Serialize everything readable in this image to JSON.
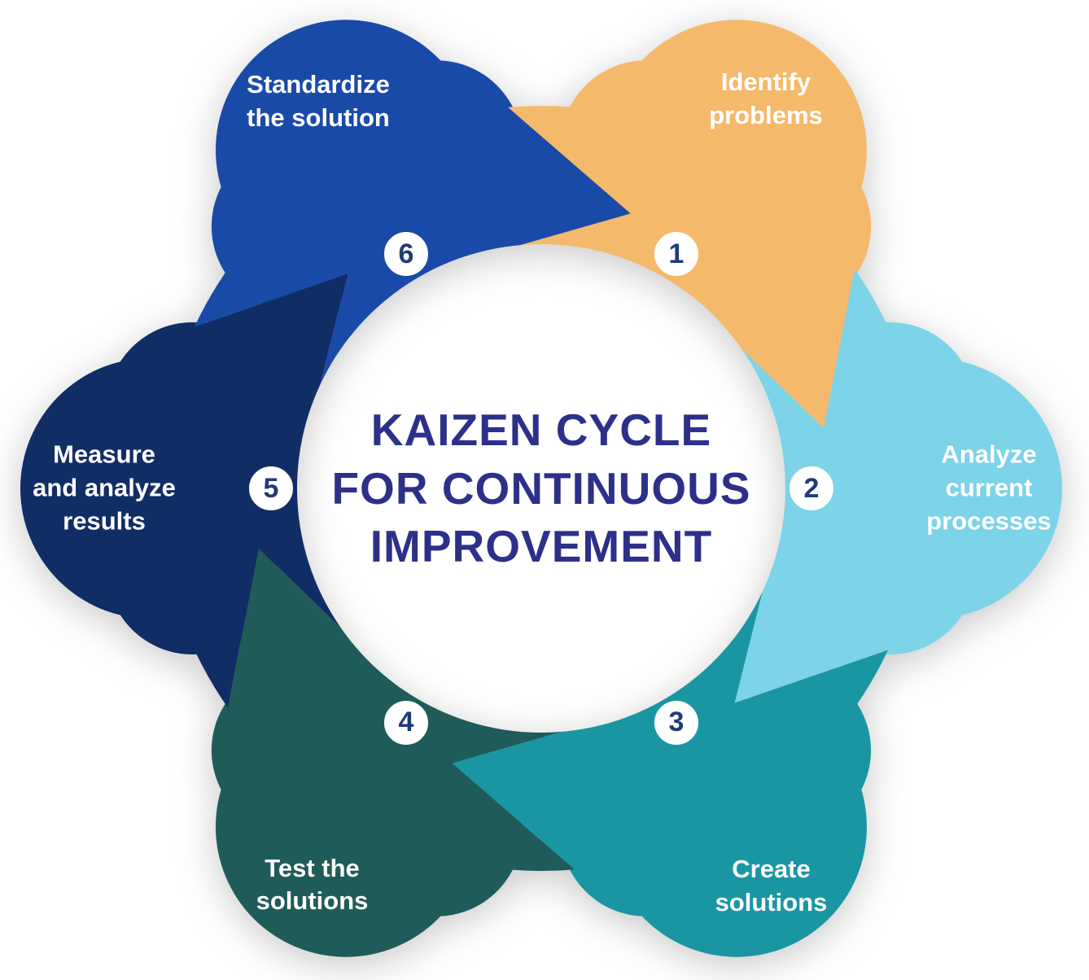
{
  "title": "KAIZEN CYCLE\nFOR CONTINUOUS\nIMPROVEMENT",
  "title_color": "#2D3089",
  "badge_number_color": "#1F3B77",
  "segments": [
    {
      "id": "identify-problems",
      "number": "1",
      "label": "Identify\nproblems",
      "color": "#F5B96B",
      "text_color": "#FFFFFF"
    },
    {
      "id": "analyze-current-processes",
      "number": "2",
      "label": "Analyze\ncurrent\nprocesses",
      "color": "#7DD3E8",
      "text_color": "#FFFFFF"
    },
    {
      "id": "create-solutions",
      "number": "3",
      "label": "Create\nsolutions",
      "color": "#1A96A3",
      "text_color": "#FFFFFF"
    },
    {
      "id": "test-the-solutions",
      "number": "4",
      "label": "Test the\nsolutions",
      "color": "#1F5B59",
      "text_color": "#FFFFFF"
    },
    {
      "id": "measure-and-analyze-results",
      "number": "5",
      "label": "Measure\nand analyze\nresults",
      "color": "#112D66",
      "text_color": "#FFFFFF"
    },
    {
      "id": "standardize-the-solution",
      "number": "6",
      "label": "Standardize\nthe solution",
      "color": "#1A4AA8",
      "text_color": "#FFFFFF"
    }
  ]
}
